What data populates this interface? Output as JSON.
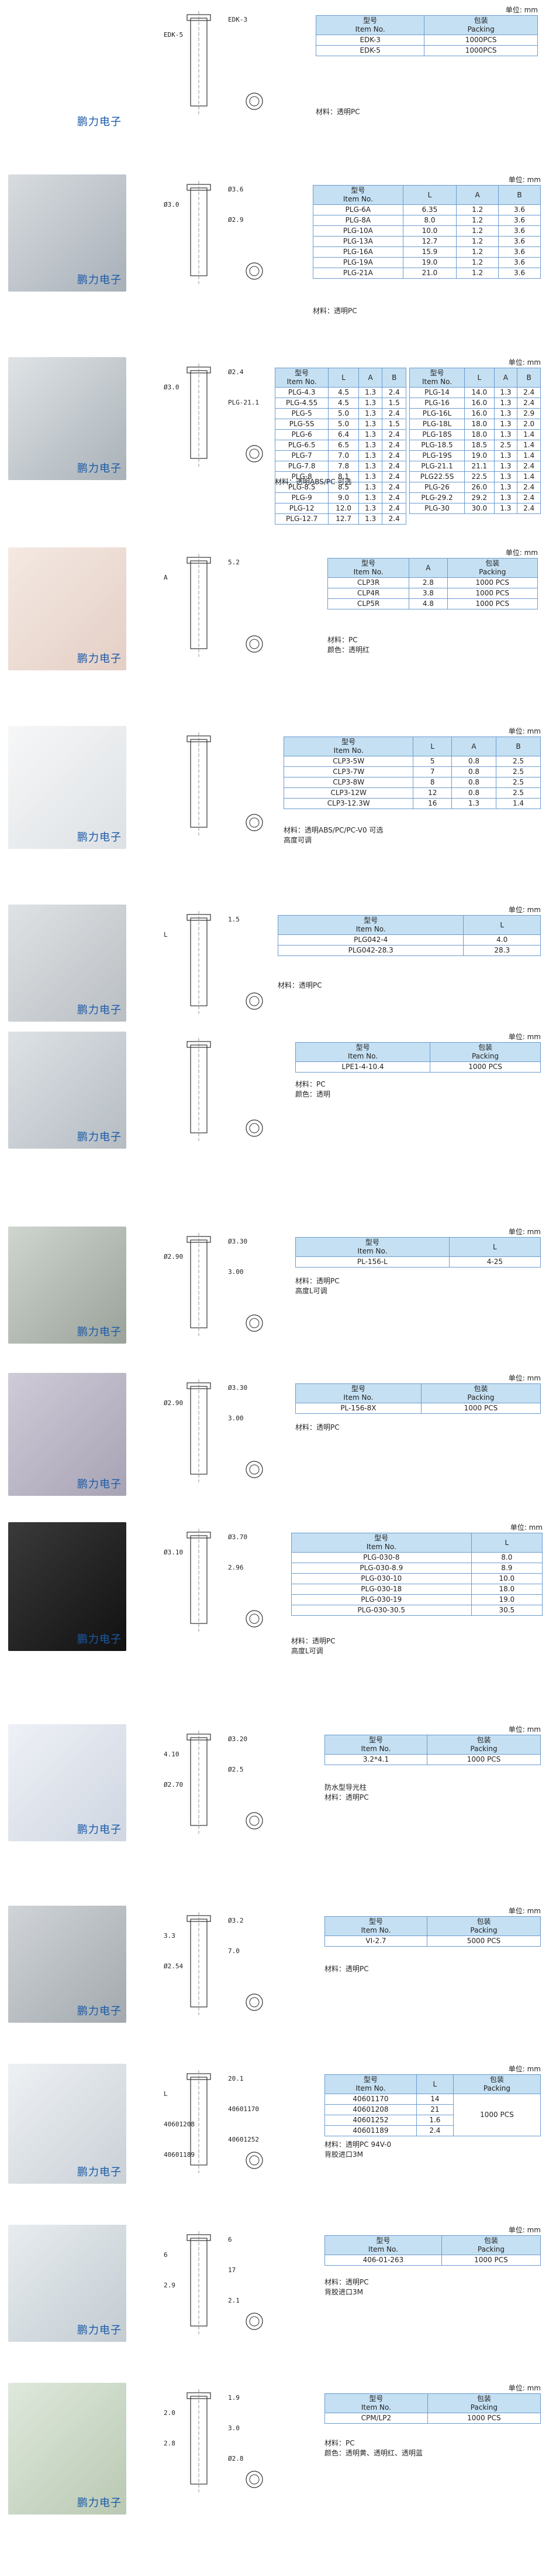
{
  "unit_label": "单位: mm",
  "brand": "鹏力电子",
  "sections": [
    {
      "id": "edk",
      "table": {
        "headers": [
          "型号\nItem No.",
          "包装\nPacking"
        ],
        "rows": [
          [
            "EDK-3",
            "1000PCS"
          ],
          [
            "EDK-5",
            "1000PCS"
          ]
        ]
      },
      "notes": [
        "材料：透明PC"
      ],
      "draw_labels": [
        "EDK-3",
        "EDK-5"
      ]
    },
    {
      "id": "plg-a",
      "table": {
        "headers": [
          "型号\nItem No.",
          "L",
          "A",
          "B"
        ],
        "rows": [
          [
            "PLG-6A",
            "6.35",
            "1.2",
            "3.6"
          ],
          [
            "PLG-8A",
            "8.0",
            "1.2",
            "3.6"
          ],
          [
            "PLG-10A",
            "10.0",
            "1.2",
            "3.6"
          ],
          [
            "PLG-13A",
            "12.7",
            "1.2",
            "3.6"
          ],
          [
            "PLG-16A",
            "15.9",
            "1.2",
            "3.6"
          ],
          [
            "PLG-19A",
            "19.0",
            "1.2",
            "3.6"
          ],
          [
            "PLG-21A",
            "21.0",
            "1.2",
            "3.6"
          ]
        ]
      },
      "notes": [
        "材料：透明PC"
      ],
      "draw_labels": [
        "Ø3.6",
        "Ø3.0",
        "Ø2.9"
      ]
    },
    {
      "id": "plg",
      "table": {
        "headers": [
          "型号\nItem No.",
          "L",
          "A",
          "B"
        ],
        "rows": [
          [
            "PLG-4.3",
            "4.5",
            "1.3",
            "2.4"
          ],
          [
            "PLG-4.55",
            "4.5",
            "1.3",
            "1.5"
          ],
          [
            "PLG-5",
            "5.0",
            "1.3",
            "2.4"
          ],
          [
            "PLG-5S",
            "5.0",
            "1.3",
            "1.5"
          ],
          [
            "PLG-6",
            "6.4",
            "1.3",
            "2.4"
          ],
          [
            "PLG-6.5",
            "6.5",
            "1.3",
            "2.4"
          ],
          [
            "PLG-7",
            "7.0",
            "1.3",
            "2.4"
          ],
          [
            "PLG-7.8",
            "7.8",
            "1.3",
            "2.4"
          ],
          [
            "PLG-8",
            "8.1",
            "1.3",
            "2.4"
          ],
          [
            "PLG-8.5",
            "8.5",
            "1.3",
            "2.4"
          ],
          [
            "PLG-9",
            "9.0",
            "1.3",
            "2.4"
          ],
          [
            "PLG-12",
            "12.0",
            "1.3",
            "2.4"
          ],
          [
            "PLG-12.7",
            "12.7",
            "1.3",
            "2.4"
          ]
        ]
      },
      "table2": {
        "headers": [
          "型号\nItem No.",
          "L",
          "A",
          "B"
        ],
        "rows": [
          [
            "PLG-14",
            "14.0",
            "1.3",
            "2.4"
          ],
          [
            "PLG-16",
            "16.0",
            "1.3",
            "2.4"
          ],
          [
            "PLG-16L",
            "16.0",
            "1.3",
            "2.9"
          ],
          [
            "PLG-18L",
            "18.0",
            "1.3",
            "2.0"
          ],
          [
            "PLG-18S",
            "18.0",
            "1.3",
            "1.4"
          ],
          [
            "PLG-18.5",
            "18.5",
            "2.5",
            "1.4"
          ],
          [
            "PLG-19S",
            "19.0",
            "1.3",
            "1.4"
          ],
          [
            "PLG-21.1",
            "21.1",
            "1.3",
            "2.4"
          ],
          [
            "PLG22.5S",
            "22.5",
            "1.3",
            "1.4"
          ],
          [
            "PLG-26",
            "26.0",
            "1.3",
            "2.4"
          ],
          [
            "PLG-29.2",
            "29.2",
            "1.3",
            "2.4"
          ],
          [
            "PLG-30",
            "30.0",
            "1.3",
            "2.4"
          ]
        ]
      },
      "notes": [
        "材料：透明ABS/PC 可选"
      ],
      "draw_labels": [
        "Ø2.4",
        "Ø3.0",
        "PLG-21.1"
      ]
    },
    {
      "id": "clp-r",
      "table": {
        "headers": [
          "型号\nItem No.",
          "A",
          "包装\nPacking"
        ],
        "rows": [
          [
            "CLP3R",
            "2.8",
            "1000 PCS"
          ],
          [
            "CLP4R",
            "3.8",
            "1000 PCS"
          ],
          [
            "CLP5R",
            "4.8",
            "1000 PCS"
          ]
        ]
      },
      "notes": [
        "材料：PC",
        "颜色：透明红"
      ],
      "draw_labels": [
        "5.2",
        "A"
      ]
    },
    {
      "id": "clp3",
      "table": {
        "headers": [
          "型号\nItem No.",
          "L",
          "A",
          "B"
        ],
        "rows": [
          [
            "CLP3-5W",
            "5",
            "0.8",
            "2.5"
          ],
          [
            "CLP3-7W",
            "7",
            "0.8",
            "2.5"
          ],
          [
            "CLP3-8W",
            "8",
            "0.8",
            "2.5"
          ],
          [
            "CLP3-12W",
            "12",
            "0.8",
            "2.5"
          ],
          [
            "CLP3-12.3W",
            "16",
            "1.3",
            "1.4"
          ]
        ]
      },
      "notes": [
        "材料：透明ABS/PC/PC-V0 可选",
        "高度可调"
      ],
      "draw_labels": []
    },
    {
      "id": "plg042",
      "table": {
        "headers": [
          "型号\nItem No.",
          "L"
        ],
        "rows": [
          [
            "PLG042-4",
            "4.0"
          ],
          [
            "PLG042-28.3",
            "28.3"
          ]
        ]
      },
      "notes": [
        "材料：透明PC"
      ],
      "draw_labels": [
        "1.5",
        "L"
      ]
    },
    {
      "id": "lpe1",
      "table": {
        "headers": [
          "型号\nItem No.",
          "包装\nPacking"
        ],
        "rows": [
          [
            "LPE1-4-10.4",
            "1000 PCS"
          ]
        ]
      },
      "notes": [
        "材料：PC",
        "颜色：透明"
      ],
      "draw_labels": []
    },
    {
      "id": "pl156l",
      "table": {
        "headers": [
          "型号\nItem No.",
          "L"
        ],
        "rows": [
          [
            "PL-156-L",
            "4-25"
          ]
        ]
      },
      "notes": [
        "材料：透明PC",
        "高度L可调"
      ],
      "draw_labels": [
        "Ø3.30",
        "Ø2.90",
        "3.00"
      ]
    },
    {
      "id": "pl1568x",
      "table": {
        "headers": [
          "型号\nItem No.",
          "包装\nPacking"
        ],
        "rows": [
          [
            "PL-156-8X",
            "1000 PCS"
          ]
        ]
      },
      "notes": [
        "材料：透明PC"
      ],
      "draw_labels": [
        "Ø3.30",
        "Ø2.90",
        "3.00"
      ]
    },
    {
      "id": "plg030",
      "table": {
        "headers": [
          "型号\nItem No.",
          "L"
        ],
        "rows": [
          [
            "PLG-030-8",
            "8.0"
          ],
          [
            "PLG-030-8.9",
            "8.9"
          ],
          [
            "PLG-030-10",
            "10.0"
          ],
          [
            "PLG-030-18",
            "18.0"
          ],
          [
            "PLG-030-19",
            "19.0"
          ],
          [
            "PLG-030-30.5",
            "30.5"
          ]
        ]
      },
      "notes": [
        "材料：透明PC",
        "高度L可调"
      ],
      "draw_labels": [
        "Ø3.70",
        "Ø3.10",
        "2.96"
      ]
    },
    {
      "id": "waterproof",
      "table": {
        "headers": [
          "型号\nItem No.",
          "包装\nPacking"
        ],
        "rows": [
          [
            "3.2*4.1",
            "1000 PCS"
          ]
        ]
      },
      "notes": [
        "防水型导光柱",
        "材料：透明PC"
      ],
      "draw_labels": [
        "Ø3.20",
        "4.10",
        "Ø2.5",
        "Ø2.70"
      ]
    },
    {
      "id": "vi27",
      "table": {
        "headers": [
          "型号\nItem No.",
          "包装\nPacking"
        ],
        "rows": [
          [
            "VI-2.7",
            "5000 PCS"
          ]
        ]
      },
      "notes": [
        "材料：透明PC"
      ],
      "draw_labels": [
        "Ø3.2",
        "3.3",
        "7.0",
        "Ø2.54"
      ]
    },
    {
      "id": "406011",
      "table": {
        "headers": [
          "型号\nItem No.",
          "L",
          "包装\nPacking"
        ],
        "rows": [
          [
            "40601170",
            "14"
          ],
          [
            "40601208",
            "21"
          ],
          [
            "40601252",
            "1.6"
          ],
          [
            "40601189",
            "2.4"
          ]
        ],
        "merged_packing": "1000 PCS"
      },
      "notes": [
        "材料：透明PC 94V-0",
        "背胶进口3M"
      ],
      "draw_labels": [
        "20.1",
        "L",
        "40601170",
        "40601208",
        "40601252",
        "40601189"
      ]
    },
    {
      "id": "4060126",
      "table": {
        "headers": [
          "型号\nItem No.",
          "包装\nPacking"
        ],
        "rows": [
          [
            "406-01-263",
            "1000 PCS"
          ]
        ]
      },
      "notes": [
        "材料：透明PC",
        "背胶进口3M"
      ],
      "draw_labels": [
        "6",
        "6",
        "17",
        "2.9",
        "2.1"
      ]
    },
    {
      "id": "cpm",
      "table": {
        "headers": [
          "型号\nItem No.",
          "包装\nPacking"
        ],
        "rows": [
          [
            "CPM/LP2",
            "1000 PCS"
          ]
        ]
      },
      "notes": [
        "材料：PC",
        "颜色：透明黄、透明红、透明蓝"
      ],
      "draw_labels": [
        "1.9",
        "2.0",
        "3.0",
        "2.8",
        "Ø2.8"
      ]
    }
  ]
}
